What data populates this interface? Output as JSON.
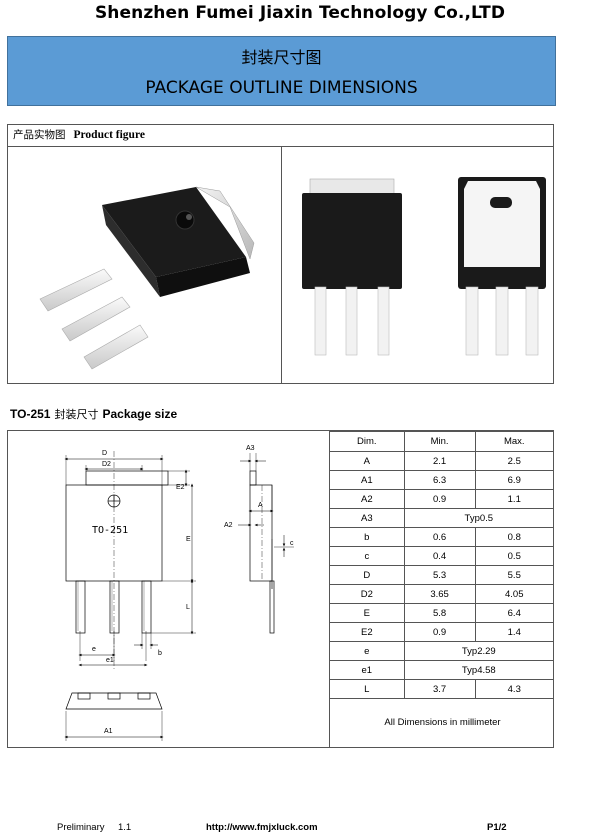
{
  "header": {
    "company": "Shenzhen Fumei Jiaxin Technology Co.,LTD",
    "title_cn": "封装尺寸图",
    "title_en": "PACKAGE OUTLINE DIMENSIONS"
  },
  "product_figure": {
    "label_cn": "产品实物图",
    "label_en": "Product figure"
  },
  "package": {
    "name": "TO-251",
    "label_cn": "封装尺寸",
    "label_en": "Package size",
    "body_marking": "TO-251"
  },
  "drawing_labels": {
    "D": "D",
    "D2": "D2",
    "E2": "E2",
    "E": "E",
    "L": "L",
    "e": "e",
    "e1": "e1",
    "b": "b",
    "A3": "A3",
    "A": "A",
    "A2": "A2",
    "c": "c",
    "A1": "A1"
  },
  "dimensions": {
    "headers": [
      "Dim.",
      "Min.",
      "Max."
    ],
    "rows": [
      {
        "dim": "A",
        "min": "2.1",
        "max": "2.5"
      },
      {
        "dim": "A1",
        "min": "6.3",
        "max": "6.9"
      },
      {
        "dim": "A2",
        "min": "0.9",
        "max": "1.1"
      },
      {
        "dim": "A3",
        "typ": "Typ0.5"
      },
      {
        "dim": "b",
        "min": "0.6",
        "max": "0.8"
      },
      {
        "dim": "c",
        "min": "0.4",
        "max": "0.5"
      },
      {
        "dim": "D",
        "min": "5.3",
        "max": "5.5"
      },
      {
        "dim": "D2",
        "min": "3.65",
        "max": "4.05"
      },
      {
        "dim": "E",
        "min": "5.8",
        "max": "6.4"
      },
      {
        "dim": "E2",
        "min": "0.9",
        "max": "1.4"
      },
      {
        "dim": "e",
        "typ": "Typ2.29"
      },
      {
        "dim": "e1",
        "typ": "Typ4.58"
      },
      {
        "dim": "L",
        "min": "3.7",
        "max": "4.3"
      }
    ],
    "note": "All Dimensions in millimeter"
  },
  "footer": {
    "status": "Preliminary",
    "version": "1.1",
    "url": "http://www.fmjxluck.com",
    "page": "P1/2"
  },
  "colors": {
    "banner": "#5b9bd5",
    "device_body": "#1a1a1a",
    "lead": "#ffffff"
  }
}
